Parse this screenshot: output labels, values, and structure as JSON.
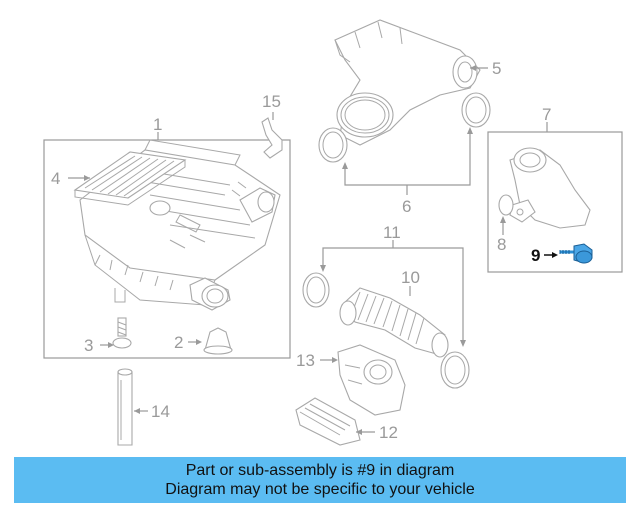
{
  "callouts": {
    "c1": "1",
    "c2": "2",
    "c3": "3",
    "c4": "4",
    "c5": "5",
    "c6": "6",
    "c7": "7",
    "c8": "8",
    "c9": "9",
    "c10": "10",
    "c11": "11",
    "c12": "12",
    "c13": "13",
    "c14": "14",
    "c15": "15"
  },
  "highlight_color": "#2a8fd6",
  "banner": {
    "line1": "Part or sub-assembly is #9 in diagram",
    "line2": "Diagram may not be specific to your vehicle",
    "background": "#5bbcf2"
  }
}
